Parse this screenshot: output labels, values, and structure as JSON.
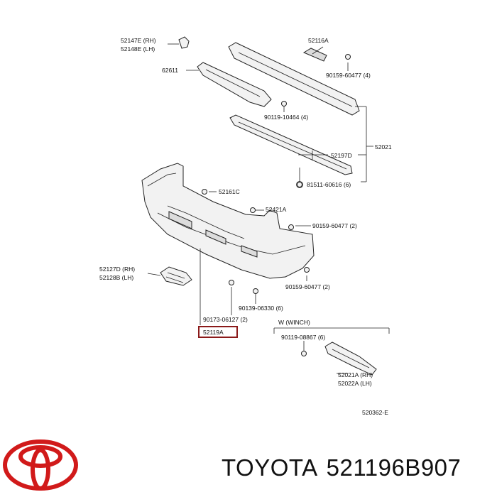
{
  "diagram": {
    "labels": {
      "p52147e": "52147E (RH)",
      "p52148e": "52148E (LH)",
      "p62611": "62611",
      "p52116a": "52116A",
      "p90159_top": "90159-60477 (4)",
      "p90119_top": "90119-10464 (4)",
      "p52197d": "52197D",
      "p52021": "52021",
      "p81511": "81511-60616 (6)",
      "p52161c": "52161C",
      "p52421a": "52421A",
      "p90159_mid": "90159-60477 (2)",
      "p52127d": "52127D (RH)",
      "p52128b": "52128B (LH)",
      "p90159_low": "90159-60477 (2)",
      "p90139": "90139-06330 (6)",
      "p90173": "90173-06127 (2)",
      "p52119a": "52119A",
      "winch_title": "W (WINCH)",
      "p90119_winch": "90119-08867 (6)",
      "p52021a": "52021A (RH)",
      "p52022a": "52022A (LH)",
      "diagram_code": "520362-E"
    },
    "highlight_color": "#8b1a1a"
  },
  "caption": {
    "brand": "TOYOTA",
    "part_number": "521196B907"
  },
  "logo": {
    "color": "#d11a1a"
  }
}
